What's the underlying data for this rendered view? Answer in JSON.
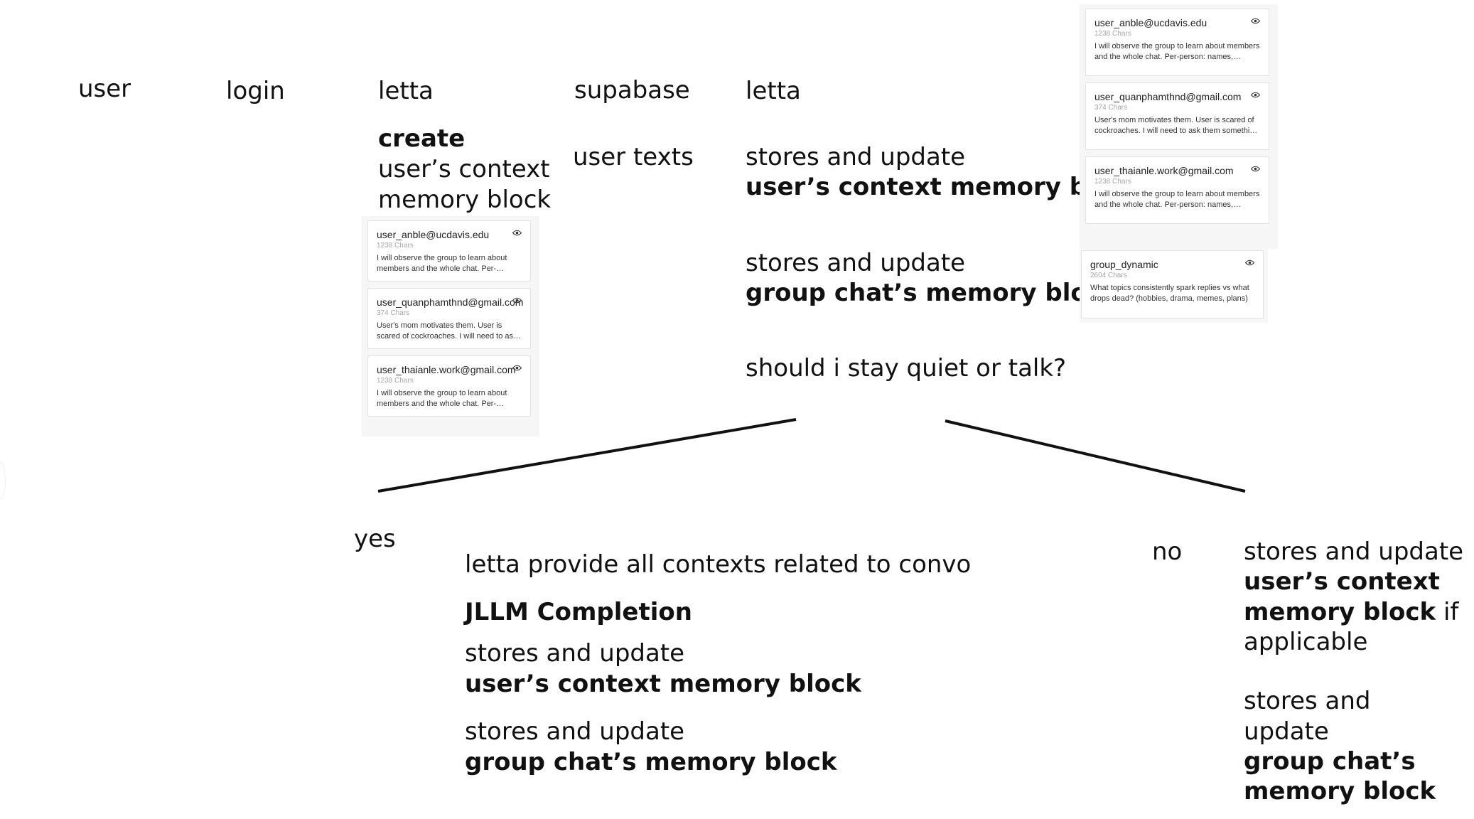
{
  "columns": {
    "user": "user",
    "login": "login",
    "letta1": "letta",
    "supabase": "supabase",
    "letta2": "letta"
  },
  "letta_create": {
    "line1": "create",
    "line2": "user’s context",
    "line3": "memory block"
  },
  "supabase_action": "user texts",
  "letta_updates": {
    "user_line1": "stores and update",
    "user_line2": "user’s context memory block",
    "group_line1": "stores and update",
    "group_line2": "group chat’s memory block",
    "question": "should i stay quiet or talk?"
  },
  "yes_branch": {
    "label": "yes",
    "provide": "letta provide all contexts related to convo",
    "completion": "JLLM Completion",
    "user_line1": "stores and update",
    "user_line2": "user’s context memory block",
    "group_line1": "stores and update",
    "group_line2": "group chat’s memory block"
  },
  "no_branch": {
    "label": "no",
    "user_line1": "stores and update",
    "user_line2": "user’s context",
    "user_line3_bold": "memory block",
    "user_line3_rest": " if",
    "user_line4": "applicable",
    "group_line1": "stores and",
    "group_line2": "update",
    "group_line3": "group chat’s",
    "group_line4": "memory block"
  },
  "memory_panel_left": {
    "cards": [
      {
        "title": "user_anble@ucdavis.edu",
        "chars": "1238 Chars",
        "desc": "I will observe the group to learn about members and the whole chat. Per-person: names, hobbies, nicknames"
      },
      {
        "title": "user_quanphamthnd@gmail.com",
        "chars": "374 Chars",
        "desc": "User's mom motivates them. User is scared of cockroaches. I will need to ask them something later"
      },
      {
        "title": "user_thaianle.work@gmail.com",
        "chars": "1238 Chars",
        "desc": "I will observe the group to learn about members and the whole chat. Per-person: names, hobbies, nicknames"
      }
    ]
  },
  "memory_panel_right": {
    "cards": [
      {
        "title": "user_anble@ucdavis.edu",
        "chars": "1238 Chars",
        "desc": "I will observe the group to learn about members and the whole chat. Per-person: names, hobbies, nicknames"
      },
      {
        "title": "user_quanphamthnd@gmail.com",
        "chars": "374 Chars",
        "desc": "User's mom motivates them. User is scared of cockroaches. I will need to ask them something later"
      },
      {
        "title": "user_thaianle.work@gmail.com",
        "chars": "1238 Chars",
        "desc": "I will observe the group to learn about members and the whole chat. Per-person: names, hobbies, nicknames"
      }
    ],
    "group_card": {
      "title": "group_dynamic",
      "chars": "2604 Chars",
      "desc": "What topics consistently spark replies vs what drops dead? (hobbies, drama, memes, plans)"
    }
  },
  "icons": {
    "card_icon": "eye-icon"
  }
}
